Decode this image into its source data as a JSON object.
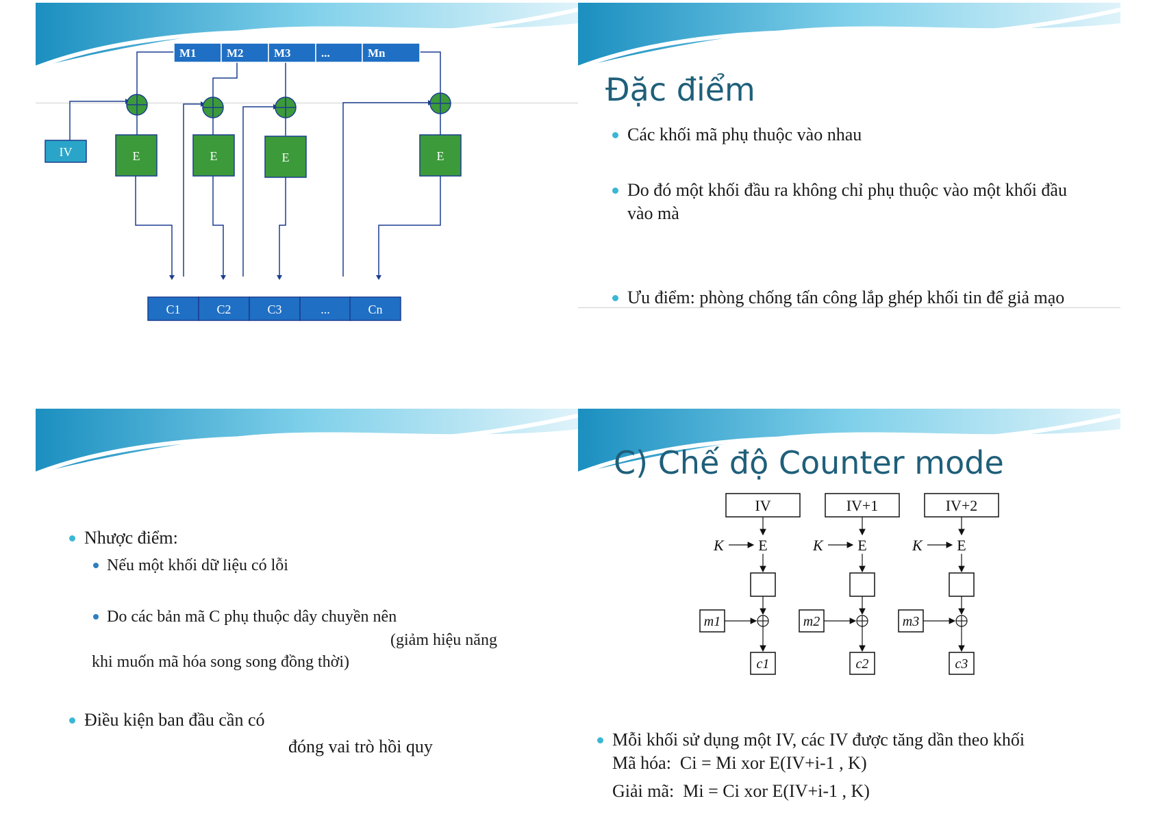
{
  "slide1": {
    "plaintext_blocks": [
      "M1",
      "M2",
      "M3",
      "...",
      "Mn"
    ],
    "cipher_blocks": [
      "C1",
      "C2",
      "C3",
      "...",
      "Cn"
    ],
    "iv_label": "IV",
    "encrypt_label": "E",
    "colors": {
      "blue_block": "#1f6fc4",
      "green_box": "#3d9a3a",
      "iv_box": "#2aa5c9"
    }
  },
  "slide2": {
    "title": "Đặc điểm",
    "bullets": [
      "Các khối mã phụ thuộc vào nhau",
      "Do đó một khối đầu ra không chỉ phụ thuộc vào một khối đầu vào mà",
      "Ưu điểm: phòng chống tấn công lắp ghép khối tin để giả mạo"
    ]
  },
  "slide3": {
    "bullet1": "Nhược điểm:",
    "sub1": "Nếu một khối dữ liệu có lỗi",
    "sub2": "Do các bản mã C phụ thuộc dây chuyền nên",
    "sub2_cont_right": "(giảm hiệu năng",
    "sub2_cont_left": "khi muốn mã hóa song song đồng thời)",
    "bullet2": "Điều kiện ban đầu cần có",
    "bullet2_cont": "đóng vai trò hồi quy"
  },
  "slide4": {
    "title": "C) Chế độ Counter mode",
    "counters": [
      "IV",
      "IV+1",
      "IV+2"
    ],
    "key_label": "K",
    "enc_label": "E",
    "messages": [
      "m1",
      "m2",
      "m3"
    ],
    "ciphers": [
      "c1",
      "c2",
      "c3"
    ],
    "bullet": "Mỗi khối sử dụng một IV, các IV được tăng dần theo khối",
    "enc_prefix": "Mã hóa:",
    "enc_formula": "Ci = Mi xor E(IV+i-1 , K)",
    "dec_prefix": "Giải mã:",
    "dec_formula": "Mi = Ci xor E(IV+i-1 , K)"
  }
}
